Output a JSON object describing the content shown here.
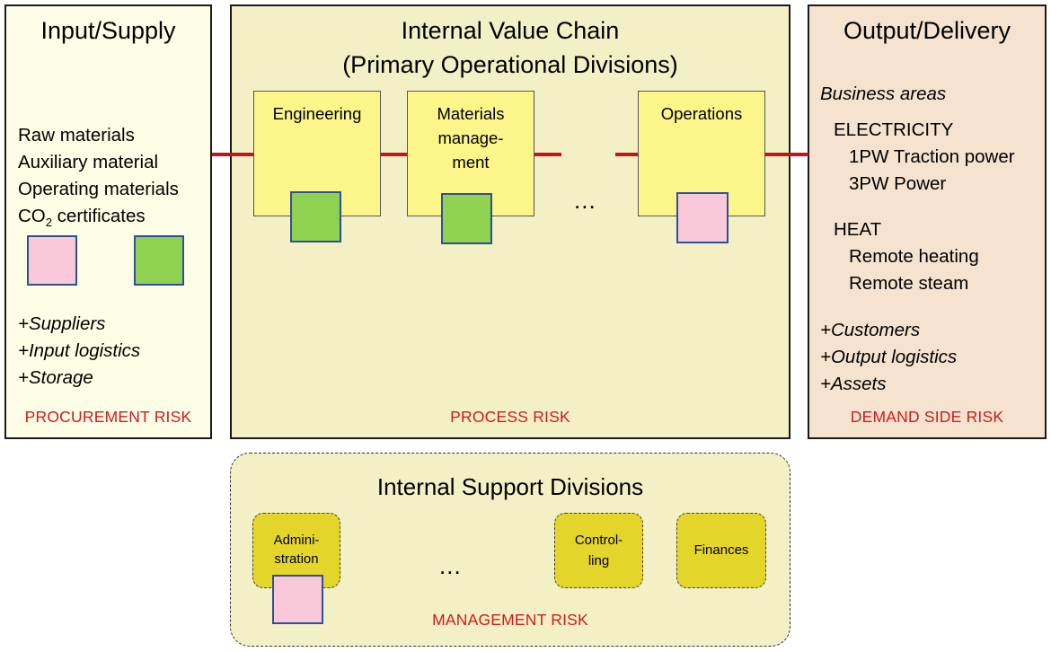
{
  "input_supply": {
    "title": "Input/Supply",
    "items": [
      "Raw materials",
      "Auxiliary material",
      "Operating materials",
      "CO",
      "2",
      " certificates"
    ],
    "extras": [
      "+Suppliers",
      "+Input logistics",
      "+Storage"
    ],
    "risk": "PROCUREMENT RISK"
  },
  "value_chain": {
    "title_line1": "Internal Value Chain",
    "title_line2": "(Primary Operational Divisions)",
    "divisions": [
      {
        "label_lines": [
          "Engineering"
        ]
      },
      {
        "label_lines": [
          "Materials",
          "manage-",
          "ment"
        ]
      },
      {
        "label_lines": [
          "Operations"
        ]
      }
    ],
    "ellipsis": "...",
    "risk": "PROCESS RISK"
  },
  "output_delivery": {
    "title": "Output/Delivery",
    "business_areas": "Business areas",
    "electricity": "ELECTRICITY",
    "electricity_items": [
      "1PW Traction power",
      "3PW Power"
    ],
    "heat": "HEAT",
    "heat_items": [
      "Remote heating",
      "Remote steam"
    ],
    "extras": [
      "+Customers",
      "+Output logistics",
      "+Assets"
    ],
    "risk": "DEMAND SIDE RISK"
  },
  "support": {
    "title": "Internal Support Divisions",
    "divisions": [
      {
        "label_lines": [
          "Admini-",
          "stration"
        ]
      },
      {
        "label_lines": [
          "Control-",
          "ling"
        ]
      },
      {
        "label_lines": [
          "Finances"
        ]
      }
    ],
    "ellipsis": "...",
    "risk": "MANAGEMENT RISK"
  },
  "colors": {
    "panel_input": "#fefee6",
    "panel_chain": "#f3f0c6",
    "panel_output": "#f5e3d0",
    "panel_support": "#f3f0c6",
    "division": "#fbf58a",
    "support_division": "#e4d52b",
    "risk_square_green": "#8fd150",
    "risk_square_pink": "#f9c9d9",
    "connector": "#c0161b",
    "risk_text": "#d11a1a"
  }
}
